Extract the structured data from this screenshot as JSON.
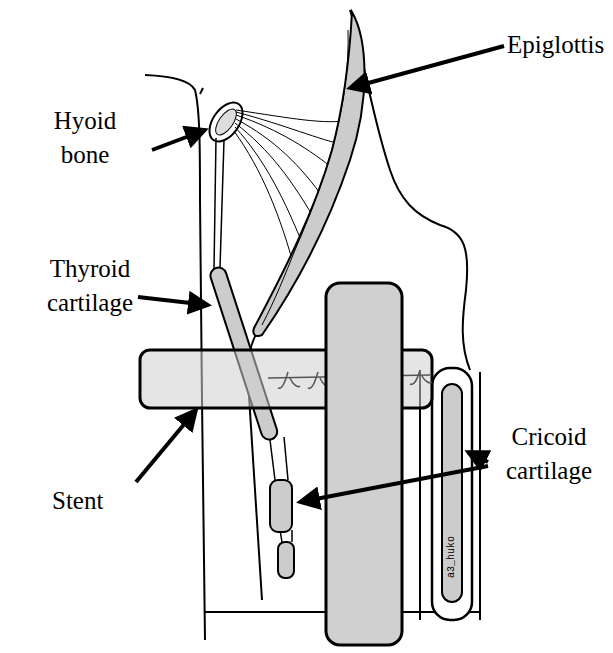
{
  "diagram": {
    "labels": [
      "Hyoid bone",
      "Epiglottis",
      "Thyroid cartilage",
      "Stent",
      "Cricoid cartilage",
      "a3_huko"
    ]
  }
}
